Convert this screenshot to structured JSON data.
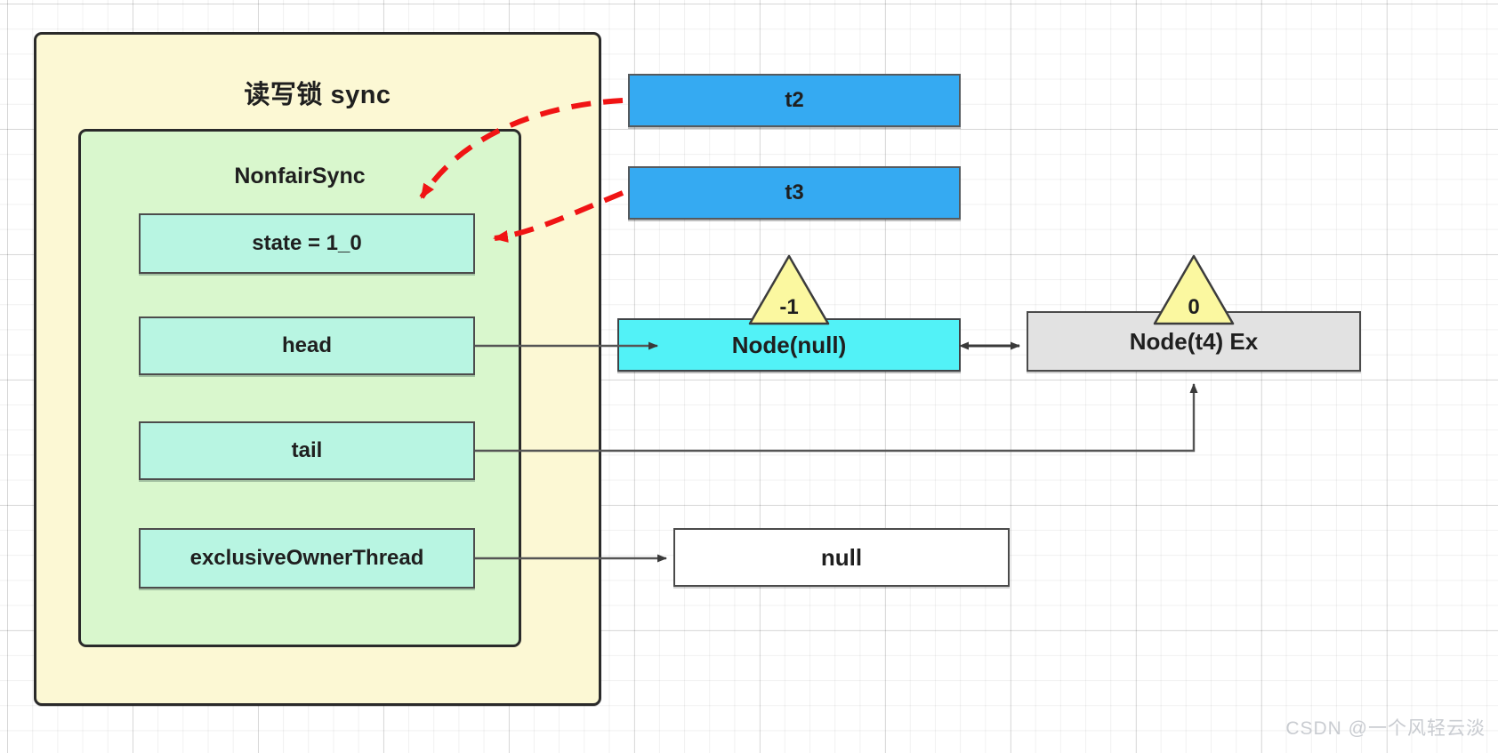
{
  "diagram": {
    "title": "读写锁 sync",
    "watermark": "CSDN @一个风轻云淡",
    "colors": {
      "outer_fill": "#fcf8d4",
      "inner_fill": "#d9f7cd",
      "field_fill": "#b8f5e2",
      "thread_fill": "#35aaf2",
      "node_head_fill": "#52f2f7",
      "node_tail_fill": "#e2e2e2",
      "plain_fill": "#ffffff",
      "badge_fill": "#fbf8a0",
      "dashed_arrow": "#f01414",
      "solid_arrow": "#404040",
      "border": "#2a2a2a"
    }
  },
  "outer": {
    "title": "读写锁 sync"
  },
  "inner": {
    "title": "NonfairSync",
    "fields": [
      {
        "label": "state = 1_0"
      },
      {
        "label": "head"
      },
      {
        "label": "tail"
      },
      {
        "label": "exclusiveOwnerThread"
      }
    ]
  },
  "threads": [
    {
      "label": "t2"
    },
    {
      "label": "t3"
    }
  ],
  "queue": [
    {
      "label": "Node(null)",
      "wait_status": "-1",
      "kind": "head"
    },
    {
      "label": "Node(t4) Ex",
      "wait_status": "0",
      "kind": "tail"
    }
  ],
  "owner": {
    "value": "null"
  },
  "edges": [
    {
      "from": "head",
      "to": "Node(null)",
      "style": "solid"
    },
    {
      "from": "tail",
      "to": "Node(t4) Ex",
      "style": "solid"
    },
    {
      "from": "exclusiveOwnerThread",
      "to": "null",
      "style": "solid"
    },
    {
      "from": "Node(null)",
      "to": "Node(t4) Ex",
      "style": "solid-bidirectional"
    },
    {
      "from": "t2",
      "to": "state = 1_0",
      "style": "dashed"
    },
    {
      "from": "t3",
      "to": "state = 1_0",
      "style": "dashed"
    }
  ]
}
